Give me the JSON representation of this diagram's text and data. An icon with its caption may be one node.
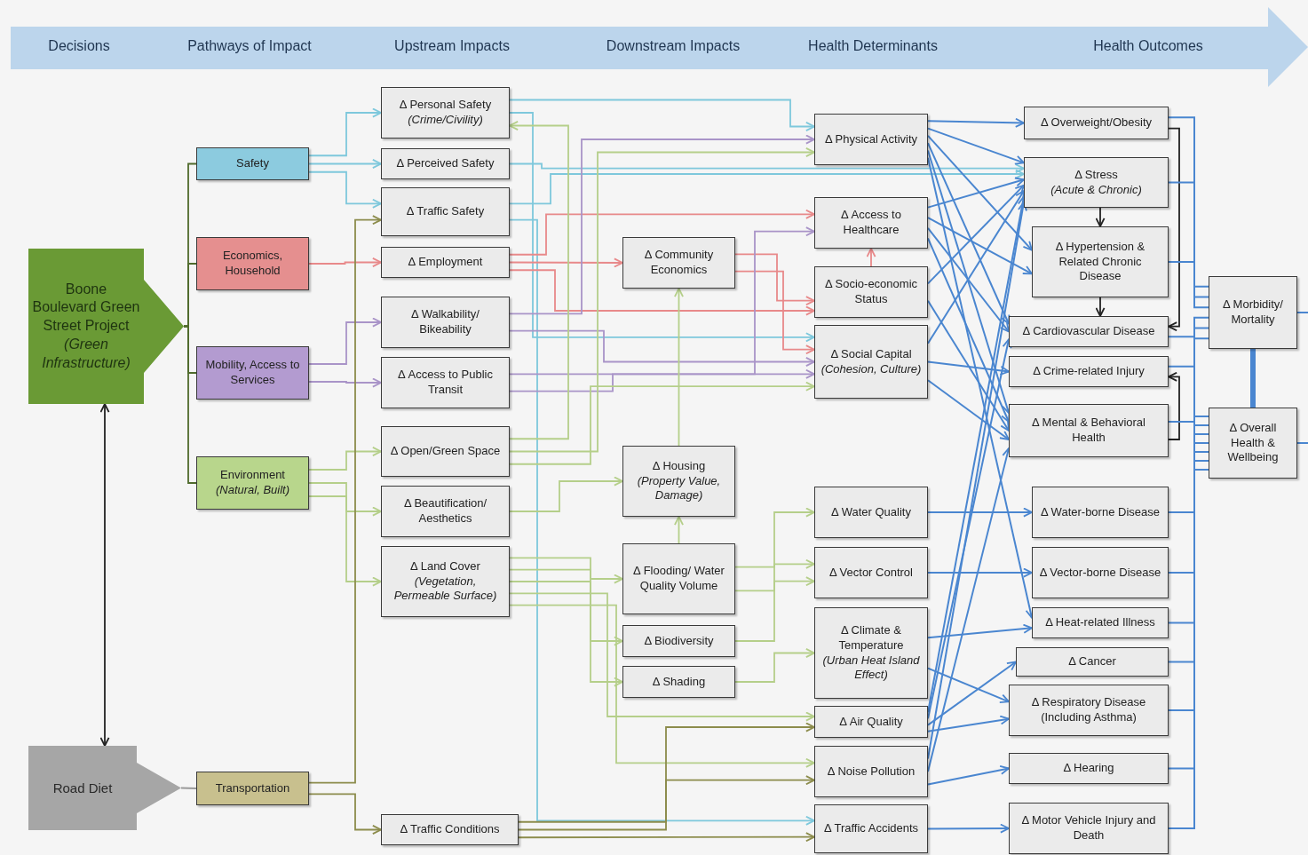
{
  "diagram": {
    "nodes": [
      {
        "text": [
          "Boone Boulevard Green Street Project",
          "(Green Infrastructure)"
        ]
      },
      {
        "text": [
          "Road Diet"
        ]
      },
      {
        "text": [
          "Safety"
        ]
      },
      {
        "text": [
          "Economics, Household"
        ]
      },
      {
        "text": [
          "Mobility, Access to Services"
        ]
      },
      {
        "text": [
          "Environment",
          "(Natural, Built)"
        ]
      },
      {
        "text": [
          "Transportation"
        ]
      },
      {
        "text": [
          "Δ Personal Safety",
          "(Crime/Civility)"
        ]
      },
      {
        "text": [
          "Δ Perceived Safety"
        ]
      },
      {
        "text": [
          "Δ Traffic Safety"
        ]
      },
      {
        "text": [
          "Δ Employment"
        ]
      },
      {
        "text": [
          "Δ Walkability/ Bikeability"
        ]
      },
      {
        "text": [
          "Δ Access to Public Transit"
        ]
      },
      {
        "text": [
          "Δ Open/Green Space"
        ]
      },
      {
        "text": [
          "Δ Beautification/ Aesthetics"
        ]
      },
      {
        "text": [
          "Δ Land Cover",
          "(Vegetation, Permeable Surface)"
        ]
      },
      {
        "text": [
          "Δ Traffic Conditions"
        ]
      },
      {
        "text": [
          "Δ Community Economics"
        ]
      },
      {
        "text": [
          "Δ Housing",
          "(Property Value, Damage)"
        ]
      },
      {
        "text": [
          "Δ Flooding/ Water Quality Volume"
        ]
      },
      {
        "text": [
          "Δ Biodiversity"
        ]
      },
      {
        "text": [
          "Δ Shading"
        ]
      },
      {
        "text": [
          "Δ Physical Activity"
        ]
      },
      {
        "text": [
          "Δ Access to Healthcare"
        ]
      },
      {
        "text": [
          "Δ Socio-economic Status"
        ]
      },
      {
        "text": [
          "Δ Social Capital",
          "(Cohesion, Culture)"
        ]
      },
      {
        "text": [
          "Δ Water Quality"
        ]
      },
      {
        "text": [
          "Δ Vector Control"
        ]
      },
      {
        "text": [
          "Δ Climate & Temperature",
          "(Urban Heat Island Effect)"
        ]
      },
      {
        "text": [
          "Δ Air Quality"
        ]
      },
      {
        "text": [
          "Δ Noise Pollution"
        ]
      },
      {
        "text": [
          "Δ Traffic Accidents"
        ]
      },
      {
        "text": [
          "Δ Overweight/Obesity"
        ]
      },
      {
        "text": [
          "Δ Stress",
          "(Acute & Chronic)"
        ]
      },
      {
        "text": [
          "Δ Hypertension & Related Chronic Disease"
        ]
      },
      {
        "text": [
          "Δ Cardiovascular Disease"
        ]
      },
      {
        "text": [
          "Δ Crime-related Injury"
        ]
      },
      {
        "text": [
          "Δ Mental & Behavioral Health"
        ]
      },
      {
        "text": [
          "Δ Water-borne Disease"
        ]
      },
      {
        "text": [
          "Δ Vector-borne Disease"
        ]
      },
      {
        "text": [
          "Δ Heat-related Illness"
        ]
      },
      {
        "text": [
          "Δ Cancer"
        ]
      },
      {
        "text": [
          "Δ Respiratory Disease (Including Asthma)"
        ]
      },
      {
        "text": [
          "Δ Hearing"
        ]
      },
      {
        "text": [
          "Δ Motor Vehicle Injury and Death"
        ]
      },
      {
        "text": [
          "Δ Morbidity/ Mortality"
        ]
      },
      {
        "text": [
          "Δ Overall Health & Wellbeing"
        ]
      }
    ],
    "edges": [
      {
        "from": 0,
        "to": 2,
        "arrow": "none",
        "color": "#4f6b2c"
      },
      {
        "from": 0,
        "to": 3,
        "arrow": "none",
        "color": "#4f6b2c"
      },
      {
        "from": 0,
        "to": 4,
        "arrow": "none",
        "color": "#4f6b2c"
      },
      {
        "from": 0,
        "to": 5,
        "arrow": "none",
        "color": "#4f6b2c"
      },
      {
        "from": 1,
        "to": 6,
        "arrow": "none",
        "color": "#9a9a9a"
      },
      {
        "from": 0,
        "to": 1,
        "arrow": "both",
        "color": "#222222"
      },
      {
        "from": 2,
        "to": 7,
        "arrow": "to",
        "color": "#7ec8dc"
      },
      {
        "from": 2,
        "to": 8,
        "arrow": "to",
        "color": "#7ec8dc"
      },
      {
        "from": 2,
        "to": 9,
        "arrow": "to",
        "color": "#7ec8dc"
      },
      {
        "from": 3,
        "to": 10,
        "arrow": "to",
        "color": "#e8898a"
      },
      {
        "from": 4,
        "to": 11,
        "arrow": "to",
        "color": "#a994c8"
      },
      {
        "from": 4,
        "to": 12,
        "arrow": "to",
        "color": "#a994c8"
      },
      {
        "from": 5,
        "to": 13,
        "arrow": "to",
        "color": "#b5cf8a"
      },
      {
        "from": 5,
        "to": 14,
        "arrow": "to",
        "color": "#b5cf8a"
      },
      {
        "from": 5,
        "to": 15,
        "arrow": "to",
        "color": "#b5cf8a"
      },
      {
        "from": 6,
        "to": 16,
        "arrow": "to",
        "color": "#8c8c4c"
      },
      {
        "from": 6,
        "to": 9,
        "arrow": "to",
        "color": "#8c8c4c"
      },
      {
        "from": 7,
        "to": 22,
        "arrow": "to",
        "color": "#7ec8dc"
      },
      {
        "from": 7,
        "to": 25,
        "arrow": "to",
        "color": "#7ec8dc"
      },
      {
        "from": 8,
        "to": 33,
        "arrow": "to",
        "color": "#7ec8dc"
      },
      {
        "from": 9,
        "to": 33,
        "arrow": "to",
        "color": "#7ec8dc"
      },
      {
        "from": 9,
        "to": 31,
        "arrow": "to",
        "color": "#7ec8dc"
      },
      {
        "from": 10,
        "to": 17,
        "arrow": "to",
        "color": "#e8898a"
      },
      {
        "from": 10,
        "to": 23,
        "arrow": "to",
        "color": "#e8898a"
      },
      {
        "from": 10,
        "to": 24,
        "arrow": "to",
        "color": "#e8898a"
      },
      {
        "from": 17,
        "to": 24,
        "arrow": "to",
        "color": "#e8898a"
      },
      {
        "from": 17,
        "to": 25,
        "arrow": "to",
        "color": "#e8898a"
      },
      {
        "from": 11,
        "to": 22,
        "arrow": "to",
        "color": "#a994c8"
      },
      {
        "from": 11,
        "to": 25,
        "arrow": "to",
        "color": "#a994c8"
      },
      {
        "from": 12,
        "to": 23,
        "arrow": "to",
        "color": "#a994c8"
      },
      {
        "from": 12,
        "to": 25,
        "arrow": "to",
        "color": "#a994c8"
      },
      {
        "from": 13,
        "to": 22,
        "arrow": "to",
        "color": "#b5cf8a"
      },
      {
        "from": 13,
        "to": 7,
        "arrow": "to",
        "color": "#b5cf8a"
      },
      {
        "from": 14,
        "to": 18,
        "arrow": "to",
        "color": "#b5cf8a"
      },
      {
        "from": 13,
        "to": 25,
        "arrow": "to",
        "color": "#b5cf8a"
      },
      {
        "from": 18,
        "to": 17,
        "arrow": "to",
        "color": "#b5cf8a"
      },
      {
        "from": 19,
        "to": 18,
        "arrow": "to",
        "color": "#b5cf8a"
      },
      {
        "from": 19,
        "to": 26,
        "arrow": "to",
        "color": "#b5cf8a"
      },
      {
        "from": 19,
        "to": 27,
        "arrow": "to",
        "color": "#b5cf8a"
      },
      {
        "from": 20,
        "to": 27,
        "arrow": "to",
        "color": "#b5cf8a"
      },
      {
        "from": 21,
        "to": 28,
        "arrow": "to",
        "color": "#b5cf8a"
      },
      {
        "from": 15,
        "to": 19,
        "arrow": "to",
        "color": "#b5cf8a"
      },
      {
        "from": 15,
        "to": 20,
        "arrow": "to",
        "color": "#b5cf8a"
      },
      {
        "from": 15,
        "to": 21,
        "arrow": "to",
        "color": "#b5cf8a"
      },
      {
        "from": 15,
        "to": 29,
        "arrow": "to",
        "color": "#b5cf8a"
      },
      {
        "from": 15,
        "to": 30,
        "arrow": "to",
        "color": "#b5cf8a"
      },
      {
        "from": 16,
        "to": 29,
        "arrow": "to",
        "color": "#8c8c4c"
      },
      {
        "from": 16,
        "to": 30,
        "arrow": "to",
        "color": "#8c8c4c"
      },
      {
        "from": 16,
        "to": 31,
        "arrow": "to",
        "color": "#8c8c4c"
      },
      {
        "from": 24,
        "to": 23,
        "arrow": "to",
        "color": "#e8898a"
      },
      {
        "from": 22,
        "to": 32,
        "arrow": "to"
      },
      {
        "from": 22,
        "to": 33,
        "arrow": "to"
      },
      {
        "from": 22,
        "to": 34,
        "arrow": "to"
      },
      {
        "from": 22,
        "to": 35,
        "arrow": "to"
      },
      {
        "from": 22,
        "to": 37,
        "arrow": "to"
      },
      {
        "from": 22,
        "to": 40,
        "arrow": "to"
      },
      {
        "from": 23,
        "to": 33,
        "arrow": "to"
      },
      {
        "from": 23,
        "to": 34,
        "arrow": "to"
      },
      {
        "from": 23,
        "to": 35,
        "arrow": "to"
      },
      {
        "from": 23,
        "to": 37,
        "arrow": "to"
      },
      {
        "from": 24,
        "to": 33,
        "arrow": "to"
      },
      {
        "from": 24,
        "to": 37,
        "arrow": "to"
      },
      {
        "from": 25,
        "to": 33,
        "arrow": "to"
      },
      {
        "from": 25,
        "to": 36,
        "arrow": "to"
      },
      {
        "from": 25,
        "to": 37,
        "arrow": "to"
      },
      {
        "from": 26,
        "to": 38,
        "arrow": "to"
      },
      {
        "from": 27,
        "to": 39,
        "arrow": "to"
      },
      {
        "from": 28,
        "to": 40,
        "arrow": "to"
      },
      {
        "from": 28,
        "to": 42,
        "arrow": "to"
      },
      {
        "from": 29,
        "to": 42,
        "arrow": "to"
      },
      {
        "from": 29,
        "to": 35,
        "arrow": "to"
      },
      {
        "from": 29,
        "to": 41,
        "arrow": "to"
      },
      {
        "from": 29,
        "to": 33,
        "arrow": "to"
      },
      {
        "from": 30,
        "to": 43,
        "arrow": "to"
      },
      {
        "from": 30,
        "to": 33,
        "arrow": "to"
      },
      {
        "from": 30,
        "to": 37,
        "arrow": "to"
      },
      {
        "from": 31,
        "to": 44,
        "arrow": "to"
      },
      {
        "from": 33,
        "to": 34,
        "arrow": "to",
        "color": "#222222"
      },
      {
        "from": 34,
        "to": 35,
        "arrow": "to",
        "color": "#222222"
      },
      {
        "from": 32,
        "to": 35,
        "arrow": "to",
        "color": "#222222"
      },
      {
        "from": 37,
        "to": 36,
        "arrow": "to",
        "color": "#222222"
      },
      {
        "from": 32,
        "to": 45,
        "arrow": "none"
      },
      {
        "from": 33,
        "to": 45,
        "arrow": "none"
      },
      {
        "from": 34,
        "to": 45,
        "arrow": "none"
      },
      {
        "from": 35,
        "to": 45,
        "arrow": "none"
      },
      {
        "from": 36,
        "to": 45,
        "arrow": "none"
      },
      {
        "from": 37,
        "to": 45,
        "arrow": "none"
      },
      {
        "from": 38,
        "to": 46,
        "arrow": "none"
      },
      {
        "from": 39,
        "to": 46,
        "arrow": "none"
      },
      {
        "from": 40,
        "to": 46,
        "arrow": "none"
      },
      {
        "from": 41,
        "to": 46,
        "arrow": "none"
      },
      {
        "from": 42,
        "to": 46,
        "arrow": "none"
      },
      {
        "from": 43,
        "to": 46,
        "arrow": "none"
      },
      {
        "from": 44,
        "to": 46,
        "arrow": "none"
      },
      {
        "from": 45,
        "to": 46,
        "arrow": "none",
        "style": "thick"
      },
      {
        "from": 45,
        "to": null,
        "arrow": "none"
      },
      {
        "from": 46,
        "to": null,
        "arrow": "none"
      }
    ],
    "labels": [
      "Decisions",
      "Pathways of Impact",
      "Upstream Impacts",
      "Downstream Impacts",
      "Health Determinants",
      "Health Outcomes"
    ]
  }
}
